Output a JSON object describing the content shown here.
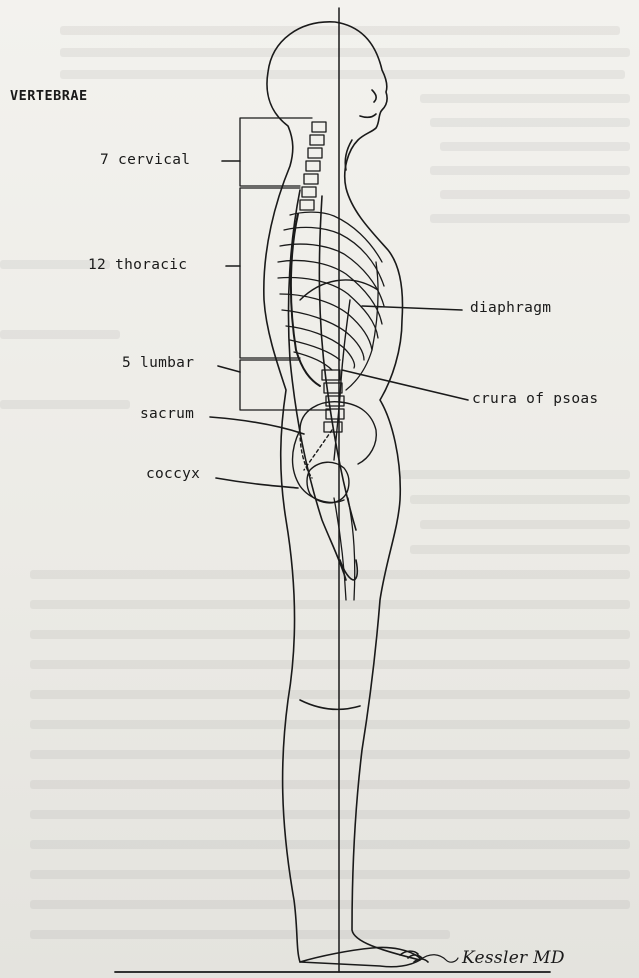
{
  "title": "VERTEBRAE",
  "labels": {
    "cervical": "7 cervical",
    "thoracic": "12 thoracic",
    "lumbar": "5 lumbar",
    "sacrum": "sacrum",
    "coccyx": "coccyx",
    "diaphragm": "diaphragm",
    "crura": "crura of psoas"
  },
  "signature": "Kessler MD",
  "colors": {
    "ink": "#1a1a1a",
    "paper": "#efeee9"
  }
}
